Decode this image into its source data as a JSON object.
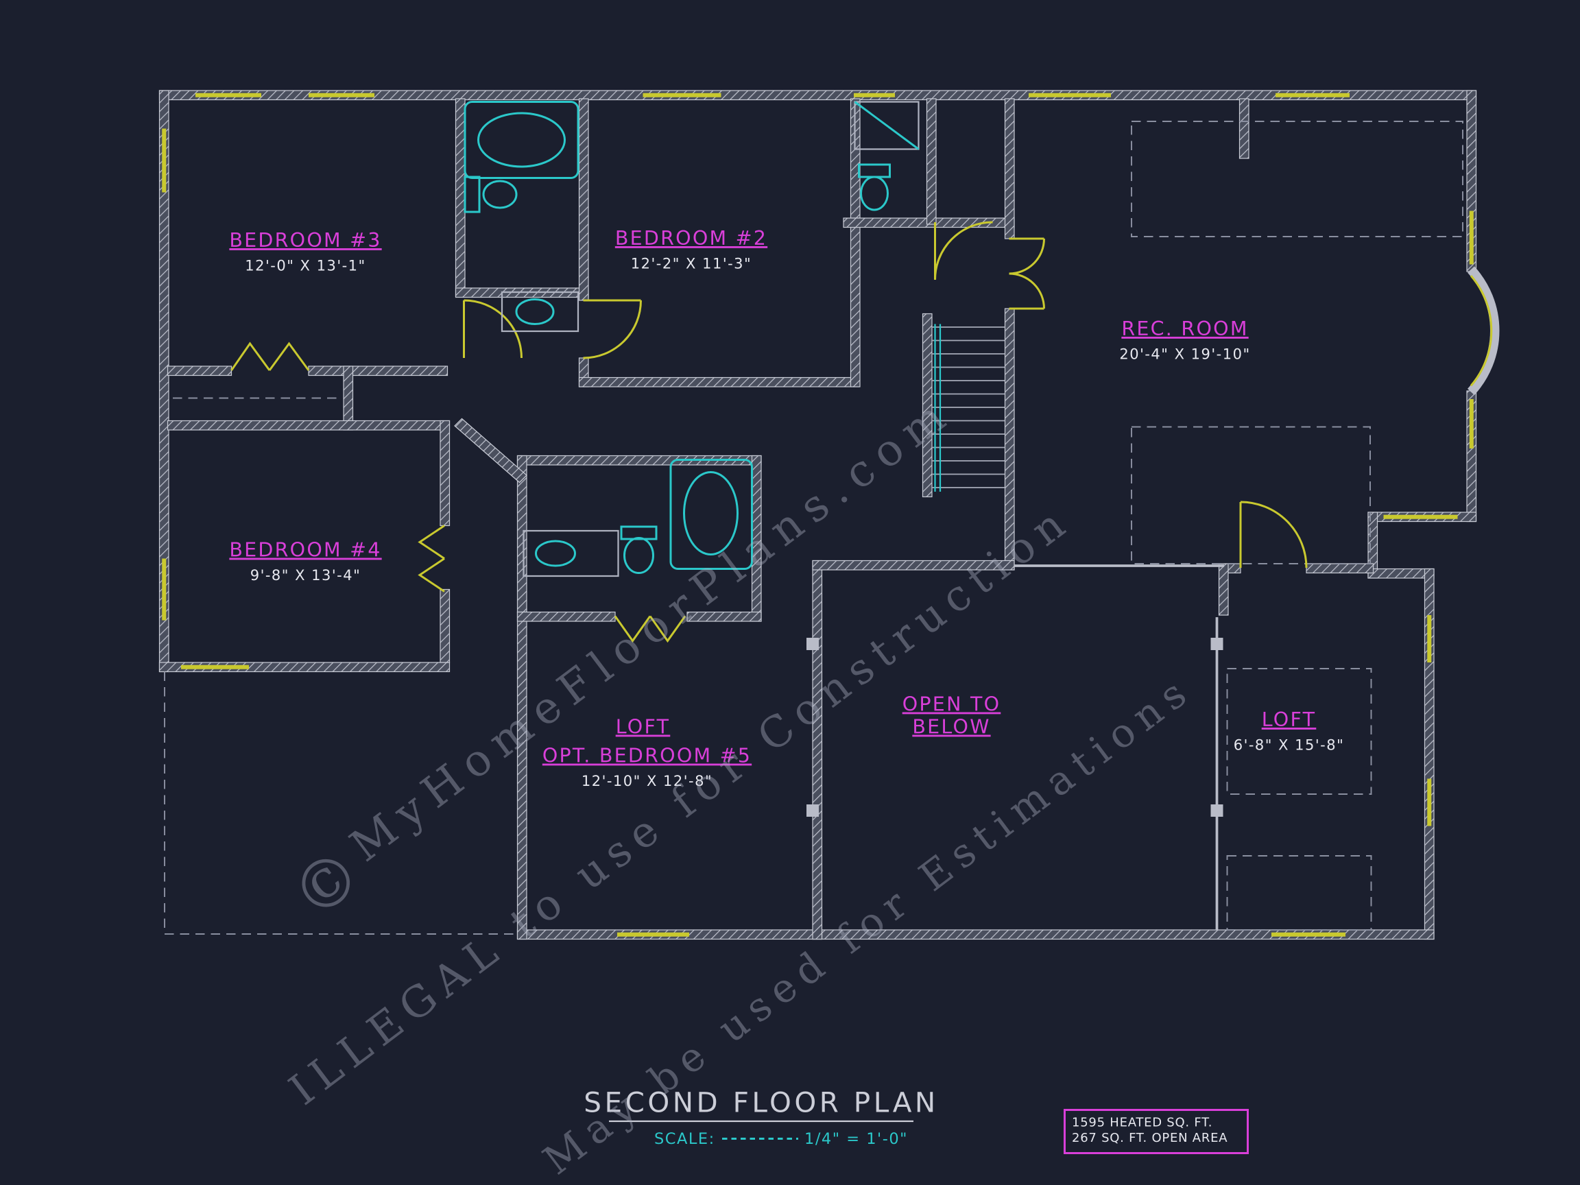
{
  "colors": {
    "background": "#1b1f2e",
    "wall": "#c0c3cf",
    "window": "#c9c92f",
    "fixture": "#2bc8ca",
    "label": "#d93fd9",
    "dimension": "#e8e9f0",
    "title": "#ccced8",
    "watermark": "#acb2c2"
  },
  "rooms": {
    "bedroom3": {
      "name": "BEDROOM #3",
      "dims": "12'-0\" X 13'-1\""
    },
    "bedroom2": {
      "name": "BEDROOM #2",
      "dims": "12'-2\" X 11'-3\""
    },
    "rec_room": {
      "name": "REC. ROOM",
      "dims": "20'-4\" X 19'-10\""
    },
    "bedroom4": {
      "name": "BEDROOM #4",
      "dims": "9'-8\" X 13'-4\""
    },
    "loft5": {
      "name": "LOFT",
      "name2": "OPT. BEDROOM #5",
      "dims": "12'-10\" X 12'-8\""
    },
    "open_below": {
      "line1": "OPEN TO",
      "line2": "BELOW"
    },
    "loft_right": {
      "name": "LOFT",
      "dims": "6'-8\" X 15'-8\""
    }
  },
  "title_block": {
    "title": "SECOND FLOOR PLAN",
    "scale_label": "SCALE:",
    "scale_value": "1/4\" = 1'-0\"",
    "area_line1": "1595 HEATED SQ. FT.",
    "area_line2": "267 SQ. FT. OPEN AREA"
  },
  "watermark": {
    "line1": "MyHomeFloorPlans.com",
    "line2": "ILLEGAL to use for Construction",
    "line3": "May be used for Estimations",
    "copyright": "©"
  }
}
